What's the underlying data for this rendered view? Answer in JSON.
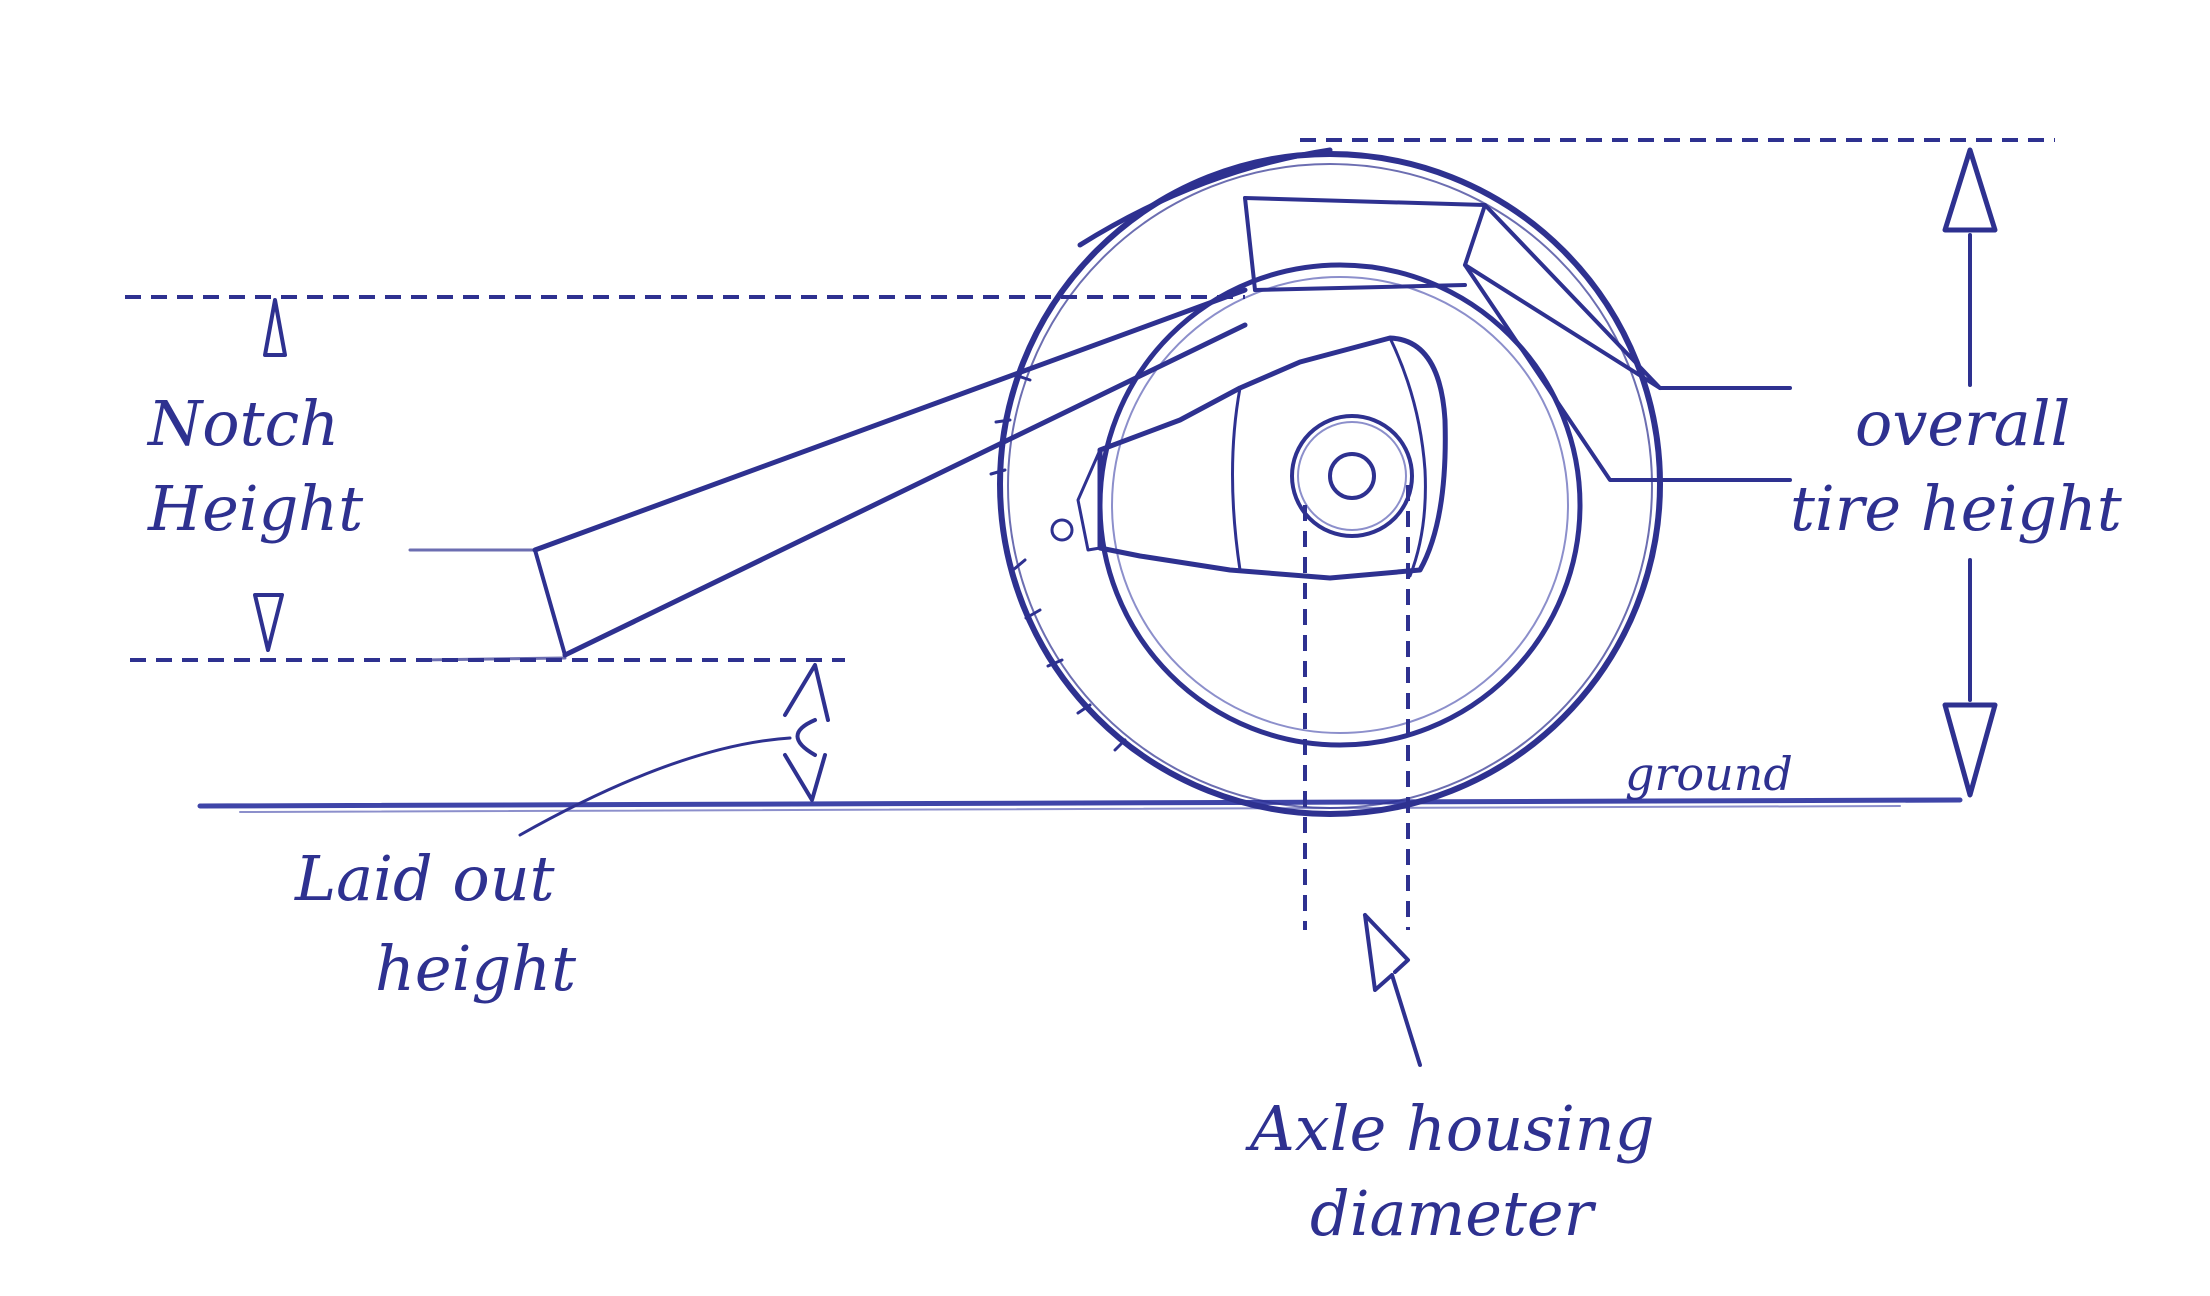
{
  "labels": {
    "notch_height_line1": "Notch",
    "notch_height_line2": "Height",
    "overall_line1": "overall",
    "overall_line2": "tire height",
    "ground": "ground",
    "laid_out_line1": "Laid out",
    "laid_out_line2": "height",
    "axle_line1": "Axle housing",
    "axle_line2": "diameter"
  },
  "colors": {
    "ink": "#2e3190",
    "ink_light": "#3f45a8",
    "paper": "#ffffff"
  }
}
